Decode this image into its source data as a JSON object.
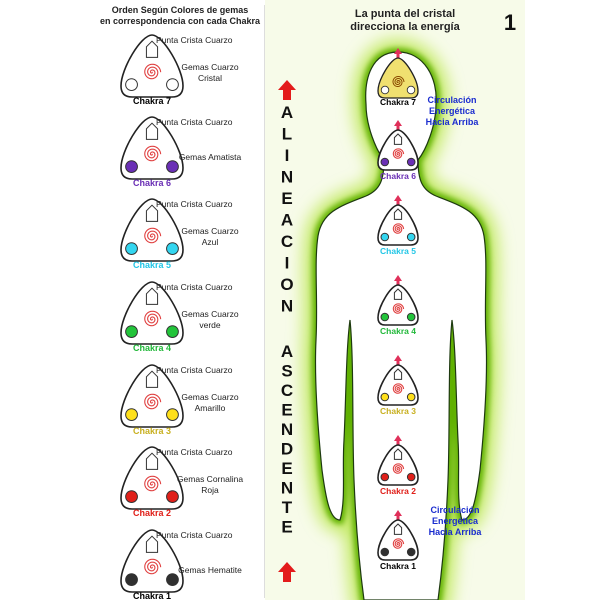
{
  "left_title": [
    "Orden Según Colores de gemas",
    "en correspondencia con cada Chakra"
  ],
  "right_title": [
    "La punta del cristal",
    "direcciona la energía"
  ],
  "page_number": "1",
  "vertical_text": {
    "word1": [
      "A",
      "L",
      "I",
      "N",
      "E",
      "A",
      "C",
      "I",
      "O",
      "N"
    ],
    "word2": [
      "A",
      "S",
      "C",
      "E",
      "N",
      "D",
      "E",
      "N",
      "T",
      "E"
    ]
  },
  "crystal_label": "Punta Crista Cuarzo",
  "chakras": [
    {
      "name": "Chakra 7",
      "gem": [
        "Gemas Cuarzo",
        "Cristal"
      ],
      "color": "#ffffff",
      "label_color": "#000000"
    },
    {
      "name": "Chakra 6",
      "gem": [
        "Gemas Amatista"
      ],
      "color": "#6a2fb5",
      "label_color": "#6a2fb5"
    },
    {
      "name": "Chakra 5",
      "gem": [
        "Gemas Cuarzo",
        "Azul"
      ],
      "color": "#33d6f0",
      "label_color": "#22c6e6"
    },
    {
      "name": "Chakra 4",
      "gem": [
        "Gemas Cuarzo",
        "verde"
      ],
      "color": "#22c43a",
      "label_color": "#22b83a"
    },
    {
      "name": "Chakra 3",
      "gem": [
        "Gemas Cuarzo",
        "Amarillo"
      ],
      "color": "#ffe01a",
      "label_color": "#c8b020"
    },
    {
      "name": "Chakra 2",
      "gem": [
        "Gemas Cornalina",
        "Roja"
      ],
      "color": "#e0201a",
      "label_color": "#e0201a"
    },
    {
      "name": "Chakra 1",
      "gem": [
        "Gemas Hematite"
      ],
      "color": "#303030",
      "label_color": "#000000"
    }
  ],
  "circulation_top": [
    "Circulación",
    "Energética",
    "Hacia Arriba"
  ],
  "circulation_bottom": [
    "Circulación",
    "Energética",
    "Hacia Arriba"
  ],
  "colors": {
    "arrow": "#e31b1b",
    "circulation_text": "#1a2ccf",
    "aura": "#7fd000",
    "spiral": "#e04040"
  }
}
